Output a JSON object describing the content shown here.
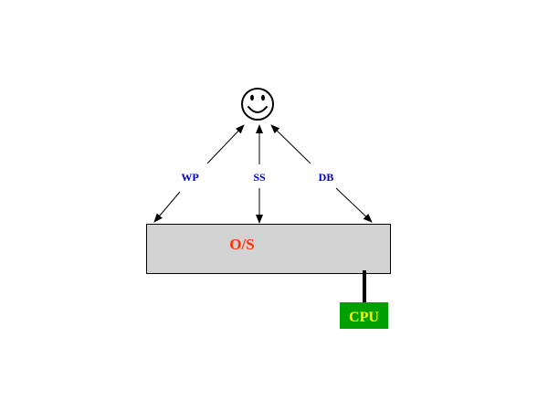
{
  "user": {
    "icon": "smiley-face-icon"
  },
  "apps": [
    {
      "label": "WP"
    },
    {
      "label": "SS"
    },
    {
      "label": "DB"
    }
  ],
  "os": {
    "label": "O/S"
  },
  "cpu": {
    "label": "CPU"
  },
  "colors": {
    "app_label": "#0000cc",
    "os_label": "#ff3300",
    "os_box_fill": "#d3d3d3",
    "cpu_fill": "#00a000",
    "cpu_label": "#ffff00",
    "lines": "#000000"
  }
}
